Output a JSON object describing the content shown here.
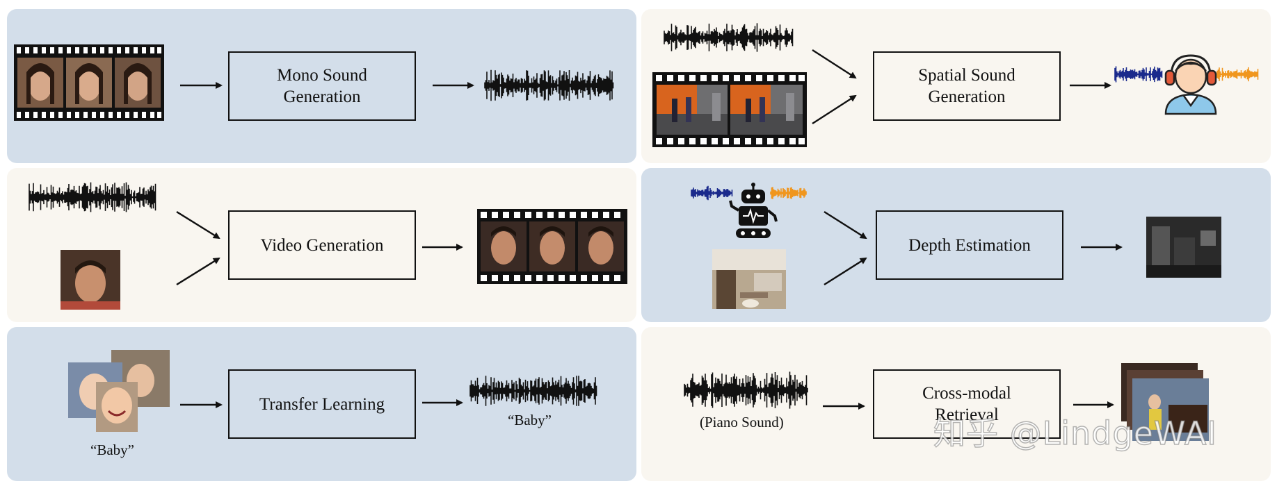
{
  "colors": {
    "panel_blue": "#d3deea",
    "panel_cream": "#f9f6f0",
    "wave_left": "#1a2a8c",
    "wave_right": "#f0961e",
    "ink": "#111111"
  },
  "panels": {
    "mono": {
      "box_label": "Mono Sound\nGeneration"
    },
    "spatial": {
      "box_label": "Spatial Sound\nGeneration"
    },
    "video": {
      "box_label": "Video Generation"
    },
    "depth": {
      "box_label": "Depth Estimation"
    },
    "transfer": {
      "box_label": "Transfer Learning",
      "input_caption": "“Baby”",
      "output_caption": "“Baby”"
    },
    "retrieval": {
      "box_label": "Cross-modal\nRetrieval",
      "input_caption": "(Piano Sound)"
    }
  },
  "watermark": "知乎 @LindgeWAI"
}
